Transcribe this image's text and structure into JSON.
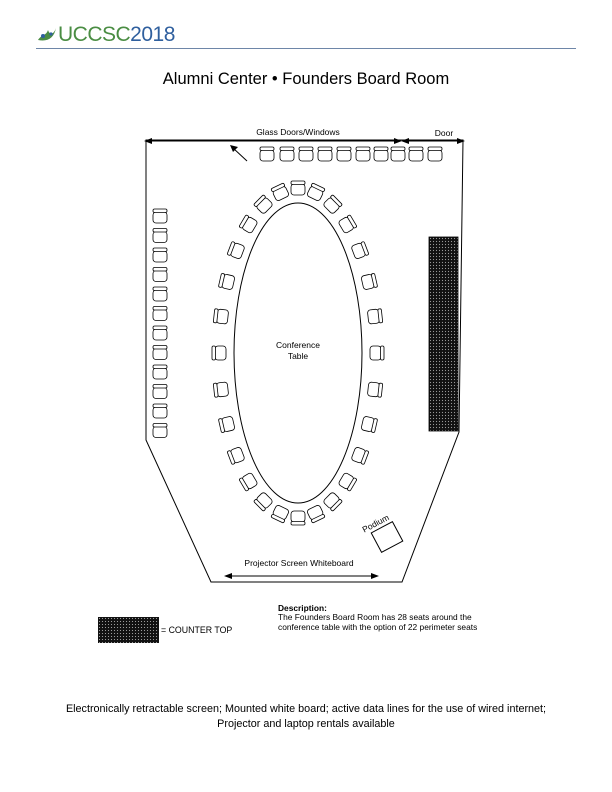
{
  "header": {
    "logo_text_a": "UCCSC",
    "logo_text_b": "2018",
    "brand_green": "#4a8d43",
    "brand_blue": "#2f5f9e"
  },
  "title": "Alumni Center • Founders Board Room",
  "plan": {
    "glass_label": "Glass Doors/Windows",
    "door_label": "Door",
    "table_label_1": "Conference",
    "table_label_2": "Table",
    "podium_label": "Podium",
    "bottom_label": "Projector Screen  Whiteboard"
  },
  "description": {
    "title": "Description:",
    "text": "The Founders Board Room has 28 seats around the conference table with the option of 22 perimeter seats"
  },
  "legend": {
    "label": "= COUNTER TOP"
  },
  "footer": {
    "line1": "Electronically retractable screen; Mounted white board;  active data lines for the use of wired internet;",
    "line2": "Projector and laptop rentals available"
  }
}
